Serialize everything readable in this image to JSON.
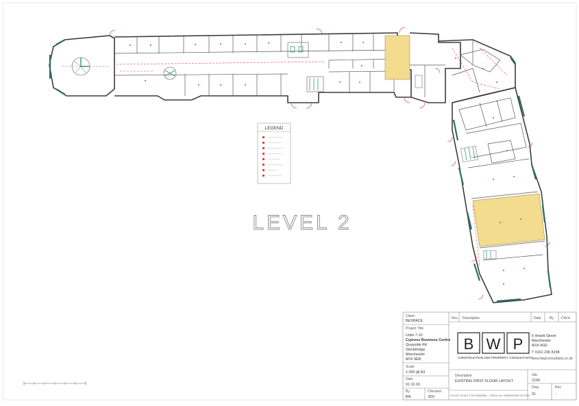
{
  "level_label": "LEVEL 2",
  "legend": {
    "title": "LEGEND",
    "colors": {
      "marker": "#e04040"
    }
  },
  "title_block": {
    "client_label": "Client",
    "client_value": "BESPACE",
    "rev_label": "Rev",
    "description_label": "Description",
    "date_label": "Date",
    "by_label": "By",
    "chkd_label": "Chk'd",
    "project_title_label": "Project Title",
    "project_lines": [
      "Units 7-10",
      "Cypress Business Centre",
      "Quayside Rd",
      "Stockbridge",
      "Manchester",
      "M16 9EB"
    ],
    "scale_label": "Scale",
    "scale_value": "1:250 @ A3",
    "date_value_label": "Date",
    "date_value": "01.10.16",
    "drawn_by_label": "By",
    "drawn_by_value": "BN",
    "checked_label": "Checked",
    "checked_value": "JDV",
    "logo_letters": [
      "B",
      "W",
      "P"
    ],
    "company_name": "CONSTRUCTION AND PROPERTY CONSULTANTS",
    "address_lines": [
      "6 Howitt Street",
      "Manchester",
      "M15 4GD"
    ],
    "phone": "T   0161 236 8158",
    "website": "www.bwpconsultants.co.uk",
    "drawing_description_label": "Description",
    "drawing_description": "EXISTING FIRST FLOOR LAYOUT",
    "disclaimer": "DO NOT SCALE THIS DRAWING - CHECK ALL DIMENSIONS ON SITE",
    "job_label": "Job",
    "job_value": "2190",
    "dwg_label": "Dwg",
    "dwg_value": "01",
    "rev_no_label": "Rev",
    "rev_no_value": "-"
  },
  "colors": {
    "highlight": "#f3dc8e",
    "fire_route": "#e04040",
    "window": "#2d6e6a"
  }
}
